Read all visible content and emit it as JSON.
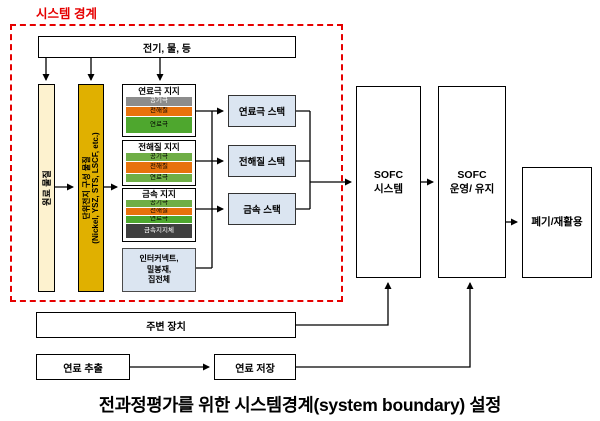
{
  "colors": {
    "boundary_red": "#e60000",
    "raw_bar_bg": "#fdf2cf",
    "unit_bar_bg": "#e0b000",
    "light_blue": "#dbe5f1",
    "cathode_gray": "#8c8c8c",
    "cathode_green": "#6fae46",
    "electrolyte_orange": "#e8720c",
    "anode_green": "#4ea72e",
    "metal_dark": "#3f3f3f"
  },
  "boundary_label": "시스템 경계",
  "inputs_box": "전기, 물, 등",
  "raw_materials_label": "원료 물질",
  "unit_cell": {
    "line1": "단위전지 구성 물질",
    "line2": "(Nickel, YSZ, STS, LSCF, etc.)"
  },
  "cell_types": [
    {
      "title": "연료극 지지",
      "layers": [
        {
          "label": "공기극",
          "bg": "#8c8c8c",
          "fg": "#ffffff"
        },
        {
          "label": "전해질",
          "bg": "#e8720c",
          "fg": "#000000"
        },
        {
          "label": "연료극",
          "bg": "#4ea72e",
          "fg": "#000000"
        }
      ]
    },
    {
      "title": "전해질 지지",
      "layers": [
        {
          "label": "공기극",
          "bg": "#6fae46",
          "fg": "#000000"
        },
        {
          "label": "전해질",
          "bg": "#e8720c",
          "fg": "#000000"
        },
        {
          "label": "연료극",
          "bg": "#6fae46",
          "fg": "#000000"
        }
      ]
    },
    {
      "title": "금속 지지",
      "layers": [
        {
          "label": "공기극",
          "bg": "#6fae46",
          "fg": "#000000"
        },
        {
          "label": "전해질",
          "bg": "#e8720c",
          "fg": "#000000"
        },
        {
          "label": "연료극",
          "bg": "#4ea72e",
          "fg": "#000000"
        },
        {
          "label": "금속지지체",
          "bg": "#3f3f3f",
          "fg": "#ffffff"
        }
      ]
    }
  ],
  "components_box": {
    "line1": "인터커넥트,",
    "line2": "밀봉재,",
    "line3": "집전체"
  },
  "stacks": [
    {
      "label": "연료극 스택"
    },
    {
      "label": "전해질 스택"
    },
    {
      "label": "금속 스택"
    }
  ],
  "sofc_system": {
    "line1": "SOFC",
    "line2": "시스템"
  },
  "sofc_operation": {
    "line1": "SOFC",
    "line2": "운영/ 유지"
  },
  "disposal_box": "폐기/재활용",
  "peripherals_box": "주변 장치",
  "fuel_extraction_box": "연료 추출",
  "fuel_storage_box": "연료 저장",
  "caption": "전과정평가를 위한 시스템경계(system boundary) 설정"
}
